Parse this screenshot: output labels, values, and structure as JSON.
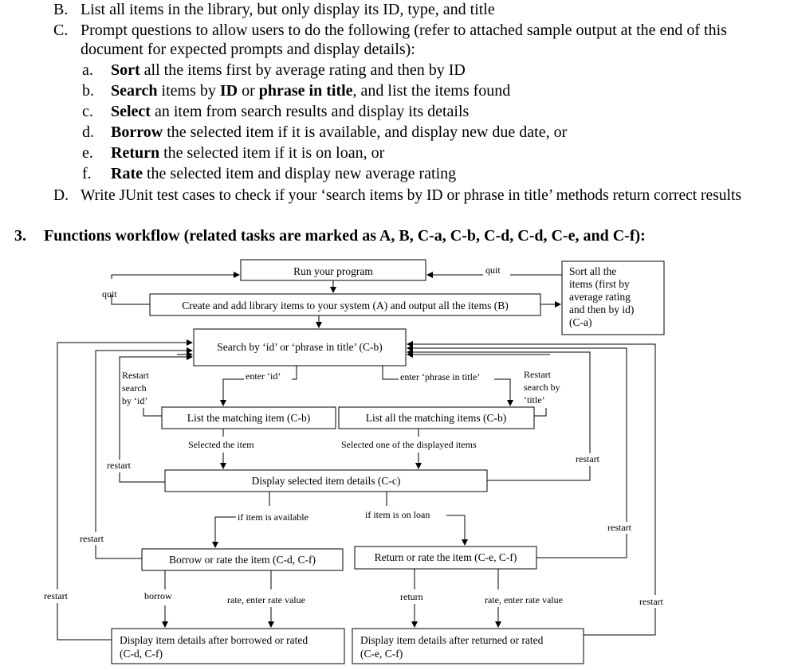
{
  "top_list": [
    {
      "marker": "B.",
      "text": "List all items in the library, but only display its ID, type, and title"
    },
    {
      "marker": "C.",
      "text": "Prompt questions to allow users to do the following (refer to attached sample output at the end of this"
    },
    {
      "marker": "",
      "text": "document for expected prompts and display details):"
    }
  ],
  "sub_items": [
    {
      "marker": "a.",
      "bold": "Sort",
      "rest": " all the items first by average rating and then by ID"
    },
    {
      "marker": "b.",
      "bold": "Search",
      "rest": " items by ",
      "bold2": "ID",
      "rest2": " or ",
      "bold3": "phrase in title",
      "rest3": ", and list the items found"
    },
    {
      "marker": "c.",
      "bold": "Select",
      "rest": " an item from search results and display its details"
    },
    {
      "marker": "d.",
      "bold": "Borrow",
      "rest": " the selected item if it is available, and display new due date, or"
    },
    {
      "marker": "e.",
      "bold": "Return",
      "rest": " the selected item if it is on loan, or"
    },
    {
      "marker": "f.",
      "bold": "Rate",
      "rest": " the selected item and display new average rating"
    }
  ],
  "item_d": {
    "marker": "D.",
    "text": "Write JUnit test cases to check if your ‘search items by ID or phrase in title’ methods return correct results"
  },
  "section": {
    "number": "3.",
    "title": "Functions workflow (related tasks are marked as A, B, C-a, C-b, C-d, C-d, C-e, and C-f):"
  },
  "flow": {
    "run": "Run your program",
    "create": "Create and add library items to your system (A) and output all the items (B)",
    "sort": [
      "Sort all the",
      "items (first by",
      "average rating",
      "and then by id)",
      "(C-a)"
    ],
    "search": "Search by ‘id’ or ‘phrase in title’ (C-b)",
    "list_one": "List the matching item (C-b)",
    "list_all": "List all the matching items (C-b)",
    "display": "Display selected item details (C-c)",
    "borrow_rate": "Borrow or rate the item (C-d, C-f)",
    "return_rate": "Return or rate the item (C-e, C-f)",
    "after_borrow": [
      "Display item details after borrowed or rated",
      "(C-d, C-f)"
    ],
    "after_return": [
      "Display item details after returned or rated",
      "(C-e, C-f)"
    ],
    "lbl_quit_top": "quit",
    "lbl_quit_left": "quit",
    "lbl_enter_id": "enter ‘id’",
    "lbl_enter_phrase": "enter ‘phrase in title’",
    "lbl_restart_id": [
      "Restart",
      "search",
      "by ‘id’"
    ],
    "lbl_restart_title": [
      "Restart",
      "search by",
      "‘title’"
    ],
    "lbl_selected_item": "Selected the item",
    "lbl_selected_one": "Selected one of the displayed items",
    "lbl_restart_1": "restart",
    "lbl_restart_2": "restart",
    "lbl_restart_3": "restart",
    "lbl_restart_4": "restart",
    "lbl_restart_5": "restart",
    "lbl_restart_6": "restart",
    "lbl_if_available": "if item is available",
    "lbl_if_loan": "if item is on loan",
    "lbl_borrow": "borrow",
    "lbl_rate_1": "rate, enter rate value",
    "lbl_return": "return",
    "lbl_rate_2": "rate, enter rate value"
  }
}
